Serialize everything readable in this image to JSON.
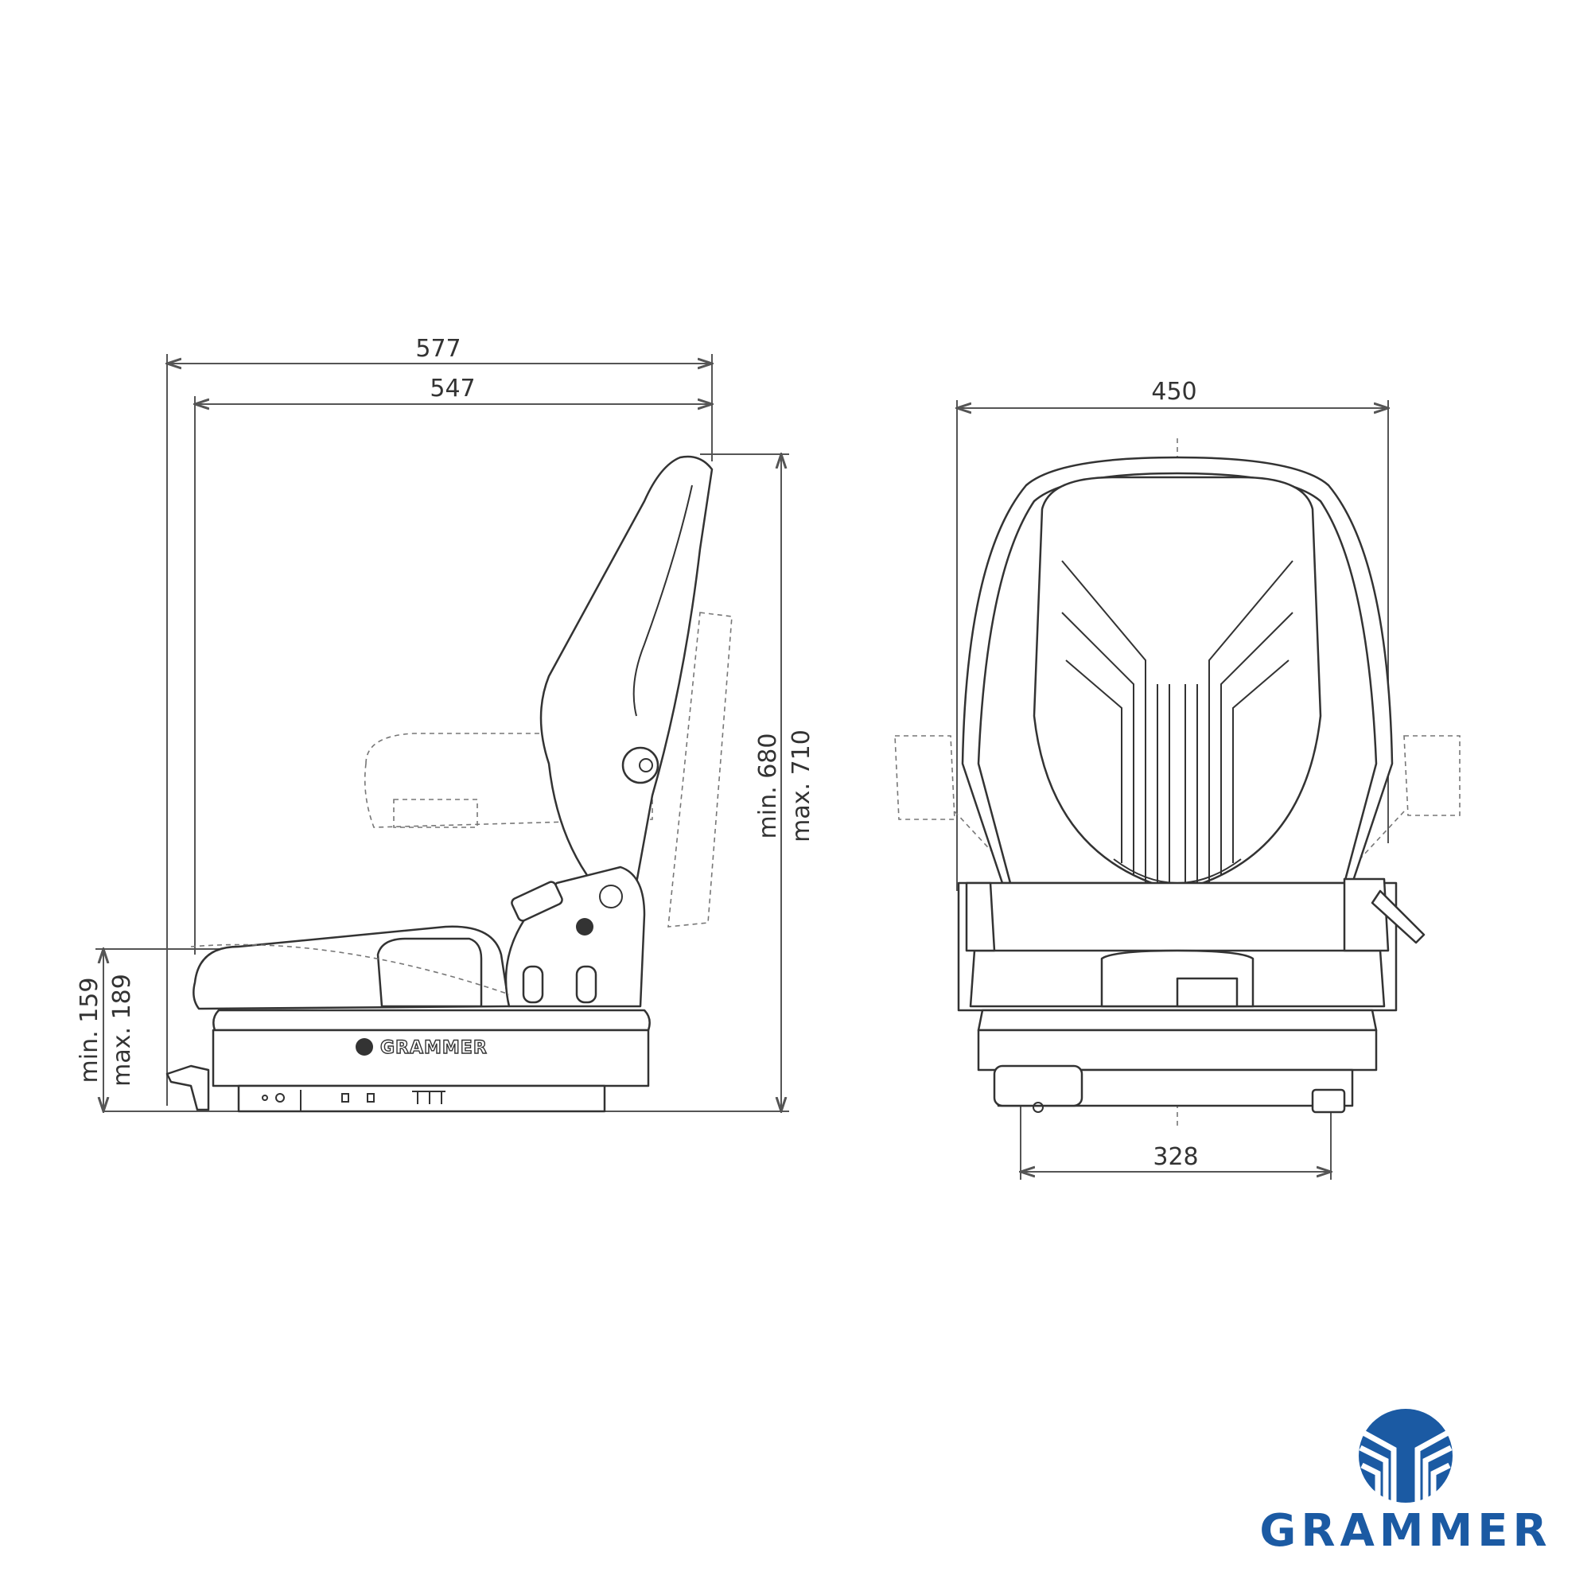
{
  "side_view": {
    "dimensions": {
      "overall_depth": "577",
      "seat_depth": "547",
      "height_min": "min. 680",
      "height_max": "max. 710",
      "suspension_min": "min. 159",
      "suspension_max": "max. 189"
    },
    "base_label": "GRAMMER"
  },
  "front_view": {
    "dimensions": {
      "overall_width": "450",
      "base_width": "328"
    }
  },
  "logo": {
    "text": "GRAMMER",
    "color": "#1b5aa3"
  }
}
